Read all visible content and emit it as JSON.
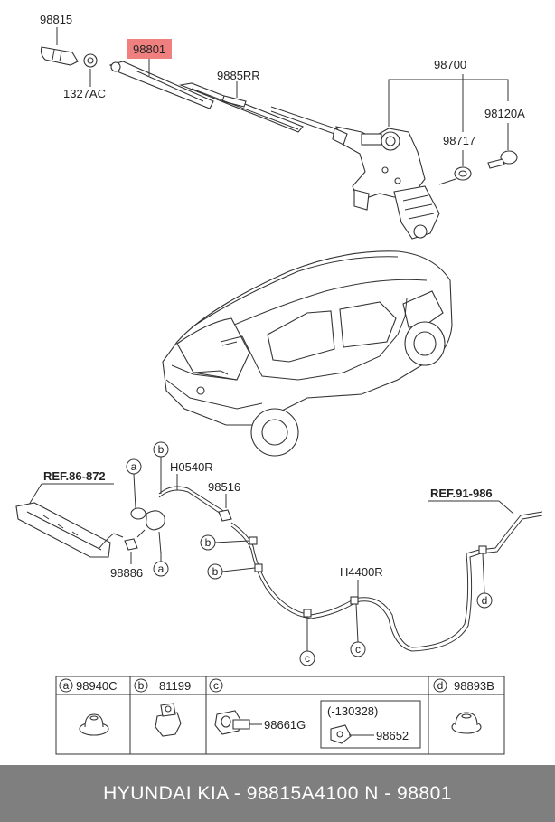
{
  "labels": {
    "p98815": "98815",
    "p98801": "98801",
    "p1327AC": "1327AC",
    "p9885RR": "9885RR",
    "p98700": "98700",
    "p98120A": "98120A",
    "p98717": "98717",
    "ref86": "REF.86-872",
    "ref91": "REF.91-986",
    "h0540r": "H0540R",
    "p98516": "98516",
    "p98886": "98886",
    "h4400r": "H4400R"
  },
  "callouts": {
    "a": "a",
    "b": "b",
    "c": "c",
    "d": "d"
  },
  "legend": {
    "a": {
      "letter": "a",
      "part": "98940C"
    },
    "b": {
      "letter": "b",
      "part": "81199"
    },
    "c": {
      "letter": "c",
      "part": "98661G",
      "sub_note": "(-130328)",
      "sub_part": "98652"
    },
    "d": {
      "letter": "d",
      "part": "98893B"
    }
  },
  "highlight_color": "#f08080",
  "footer": {
    "text": "HYUNDAI  KIA - 98815A4100     N - 98801"
  }
}
